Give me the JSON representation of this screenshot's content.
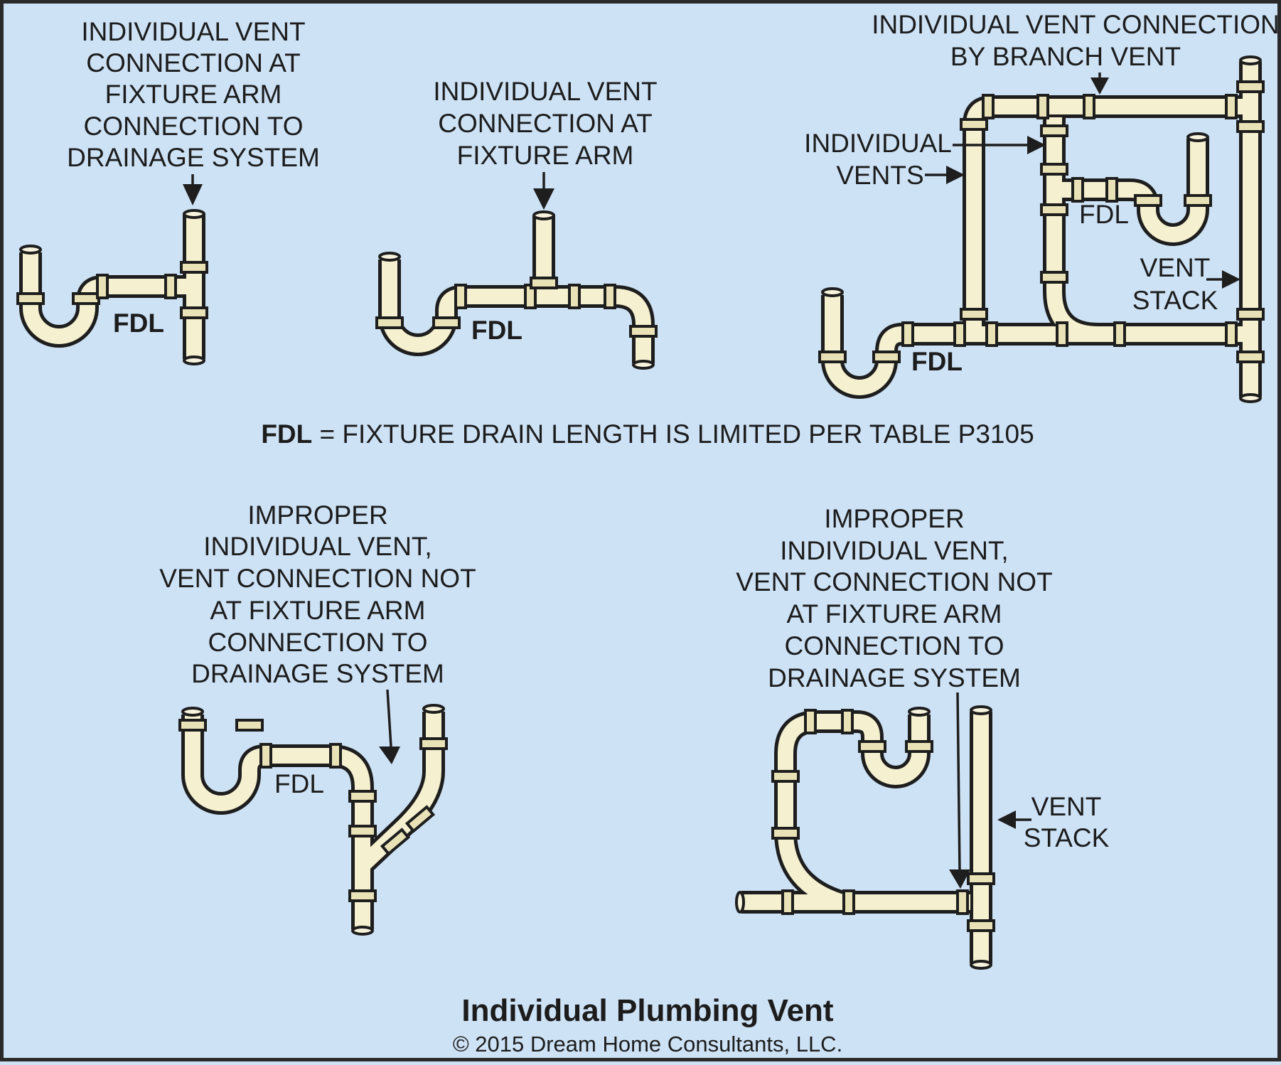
{
  "colors": {
    "background": "#cde2f5",
    "pipe_fill": "#f5f0cf",
    "pipe_outline": "#1e1e1e",
    "text": "#1c1c1c"
  },
  "diagrams": [
    {
      "id": "vent-at-fixture-arm-to-drainage",
      "caption_lines": [
        "INDIVIDUAL VENT",
        "CONNECTION AT",
        "FIXTURE ARM",
        "CONNECTION TO",
        "DRAINAGE SYSTEM"
      ],
      "fdl_label": "FDL",
      "status": "proper"
    },
    {
      "id": "vent-at-fixture-arm",
      "caption_lines": [
        "INDIVIDUAL VENT",
        "CONNECTION AT",
        "FIXTURE ARM"
      ],
      "fdl_label": "FDL",
      "status": "proper"
    },
    {
      "id": "vent-by-branch-vent",
      "caption_lines": [
        "INDIVIDUAL VENT CONNECTION",
        "BY BRANCH VENT"
      ],
      "individual_vents_lines": [
        "INDIVIDUAL",
        "VENTS"
      ],
      "vent_stack_lines": [
        "VENT",
        "STACK"
      ],
      "fdl_labels": [
        "FDL",
        "FDL"
      ],
      "status": "proper"
    },
    {
      "id": "improper-wye",
      "caption_lines": [
        "IMPROPER",
        "INDIVIDUAL VENT,",
        "VENT CONNECTION NOT",
        "AT FIXTURE ARM",
        "CONNECTION TO",
        "DRAINAGE SYSTEM"
      ],
      "fdl_label": "FDL",
      "status": "improper"
    },
    {
      "id": "improper-stack",
      "caption_lines": [
        "IMPROPER",
        "INDIVIDUAL VENT,",
        "VENT CONNECTION NOT",
        "AT FIXTURE ARM",
        "CONNECTION TO",
        "DRAINAGE SYSTEM"
      ],
      "vent_stack_lines": [
        "VENT",
        "STACK"
      ],
      "status": "improper"
    }
  ],
  "legend": {
    "term": "FDL",
    "definition": " = FIXTURE DRAIN LENGTH IS LIMITED PER TABLE P3105"
  },
  "footer": {
    "title": "Individual Plumbing Vent",
    "copyright": "© 2015 Dream Home Consultants, LLC."
  }
}
